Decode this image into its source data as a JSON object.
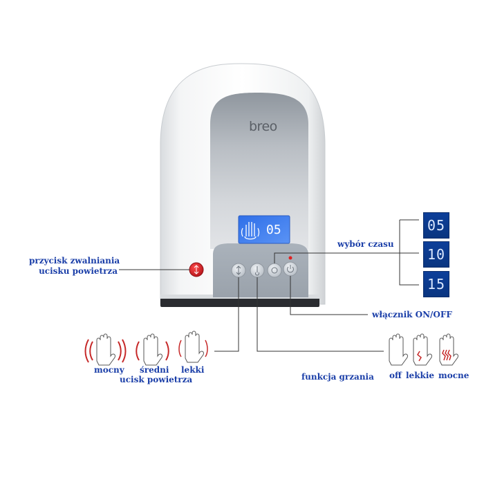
{
  "product": {
    "brand": "breo",
    "lcd_value": "05"
  },
  "labels": {
    "release_button_line1": "przycisk zwalniania",
    "release_button_line2": "ucisku powietrza",
    "time_select": "wybór czasu",
    "power_switch": "włącznik ON/OFF",
    "heating_function": "funkcja grzania",
    "air_pressure_title": "ucisk powietrza"
  },
  "time_options": [
    "05",
    "10",
    "15"
  ],
  "pressure_levels": [
    {
      "label": "mocny"
    },
    {
      "label": "średni"
    },
    {
      "label": "lekki"
    }
  ],
  "heating_levels": [
    {
      "label": "off"
    },
    {
      "label": "lekkie"
    },
    {
      "label": "mocne"
    }
  ],
  "colors": {
    "label_blue": "#1a3ea8",
    "time_box_blue": "#0d3f9a",
    "lcd_blue": "#3b7bf0",
    "release_button_red": "#c8191e",
    "wave_red": "#c62828"
  }
}
